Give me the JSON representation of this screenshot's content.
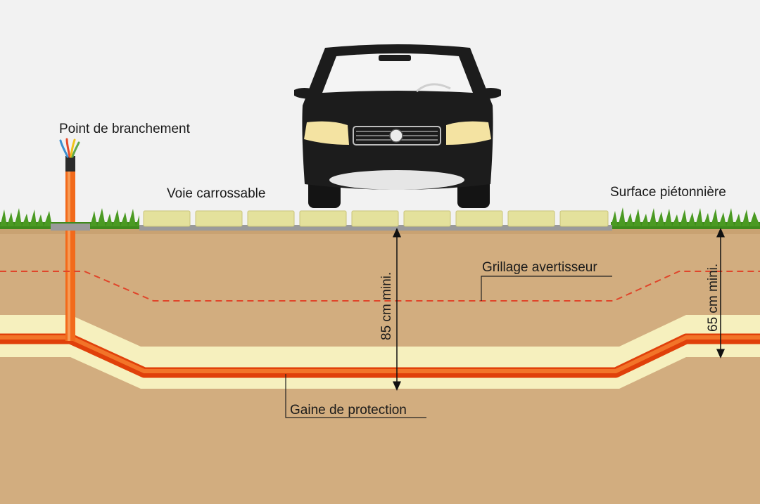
{
  "labels": {
    "connection_point": "Point de branchement",
    "roadway": "Voie carrossable",
    "pedestrian_surface": "Surface piétonnière",
    "warning_mesh": "Grillage avertisseur",
    "protective_sheath": "Gaine de protection",
    "depth_road": "85 cm mini.",
    "depth_pedestrian": "65 cm mini."
  },
  "colors": {
    "sky": "#f2f2f2",
    "soil": "#d2ad7f",
    "soil_dark": "#c9a272",
    "sand_bed": "#f6f0be",
    "cable": "#f26a1b",
    "cable_dark": "#e0400a",
    "warning_mesh": "#e0452a",
    "pavers": "#e4e19c",
    "grass": "#4a9a22",
    "car_body": "#1c1c1c",
    "headlight": "#f4e3a2"
  },
  "icons": [
    "car-icon",
    "cable-wires-icon",
    "grass-icon",
    "paver-icon"
  ]
}
